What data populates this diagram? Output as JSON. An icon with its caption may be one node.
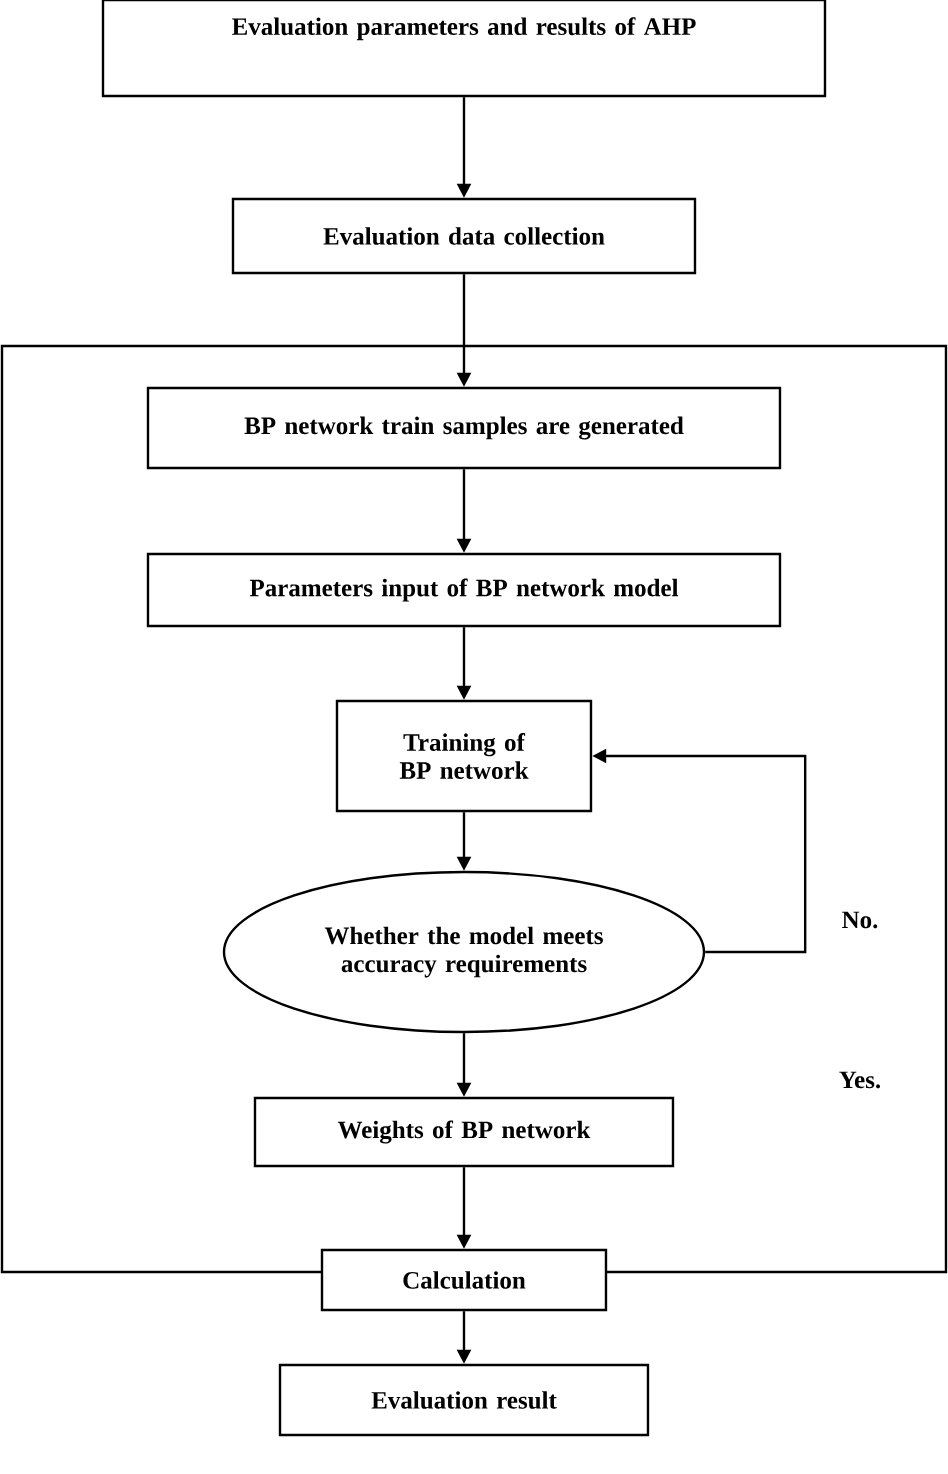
{
  "diagram": {
    "nodes": [
      {
        "text": [
          "Evaluation parameters and results of AHP"
        ]
      },
      {
        "text": [
          "Evaluation data collection"
        ]
      },
      {
        "text": [],
        "shape": "box"
      },
      {
        "text": [
          "BP network train samples are generated"
        ],
        "in": 2
      },
      {
        "text": [
          "Parameters input of BP network model"
        ],
        "in": 2
      },
      {
        "text": [
          "Training of BP network"
        ],
        "in": 2
      },
      {
        "text": [
          "Whether the model meets accuracy requirements"
        ],
        "in": 2
      },
      {
        "text": [
          "Weights of BP network"
        ],
        "in": 2
      },
      {
        "text": [
          "Calculation"
        ]
      },
      {
        "text": [
          "Evaluation result"
        ]
      }
    ],
    "edges": [
      {
        "from": 0,
        "to": 1,
        "arrow": "to"
      },
      {
        "from": 1,
        "to": 3,
        "arrow": "to"
      },
      {
        "from": 3,
        "to": 4,
        "arrow": "to"
      },
      {
        "from": 4,
        "to": 5,
        "arrow": "to"
      },
      {
        "from": 5,
        "to": 6,
        "arrow": "to"
      },
      {
        "from": 6,
        "to": 5,
        "arrow": "to",
        "label": "No."
      },
      {
        "from": 6,
        "to": 7,
        "arrow": "to"
      },
      {
        "from": 7,
        "to": 8,
        "arrow": "to"
      },
      {
        "from": 8,
        "to": 9,
        "arrow": "to"
      }
    ],
    "labels": [
      "Yes."
    ]
  }
}
